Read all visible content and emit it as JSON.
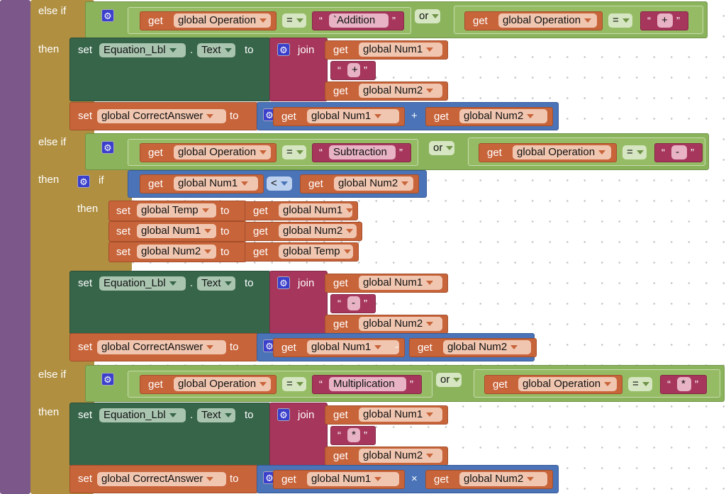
{
  "control": {
    "else_if": "else if",
    "then": "then",
    "if": "if"
  },
  "words": {
    "get": "get",
    "set": "set",
    "to": "to",
    "join": "join",
    "or": "or",
    "dot": ".",
    "open_quote": "“",
    "close_quote": "”"
  },
  "vars": {
    "operation": "global Operation",
    "num1": "global Num1",
    "num2": "global Num2",
    "temp": "global Temp",
    "correct": "global CorrectAnswer"
  },
  "component": "Equation_Lbl",
  "property": "Text",
  "ops": {
    "eq": "=",
    "lt": "<"
  },
  "sections": [
    {
      "name_text": "`Addition",
      "symbol_text": "+",
      "join_sep": "+",
      "math_op": "+"
    },
    {
      "name_text": "Subtraction",
      "symbol_text": "-",
      "join_sep": "-",
      "math_op": "-"
    },
    {
      "name_text": "Multiplication",
      "symbol_text": "*",
      "join_sep": "*",
      "math_op": "×"
    }
  ],
  "icons": {
    "gear": "gear-icon",
    "dropdown": "dropdown-arrow-icon"
  },
  "colors": {
    "control": "#b08f40",
    "logic": "#8bb35c",
    "setter": "#37654a",
    "text": "#a6365c",
    "variable": "#c8643a",
    "math": "#4a73b8",
    "procedure": "#7b578a"
  }
}
